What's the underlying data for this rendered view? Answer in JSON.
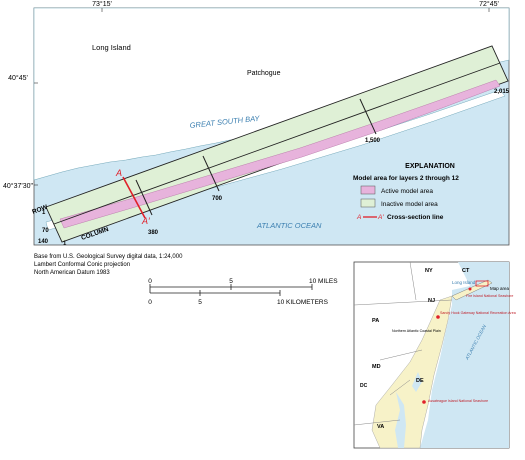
{
  "coords": {
    "top_left": "73°15'",
    "top_right": "72°45'",
    "right_lat": "40°45'",
    "left_lat": "40°37'30\""
  },
  "places": {
    "long_island": "Long Island",
    "patchogue": "Patchogue",
    "great_south_bay": "GREAT SOUTH BAY",
    "atlantic_ocean": "ATLANTIC OCEAN"
  },
  "grid": {
    "row_label": "ROW",
    "column_label": "COLUMN",
    "row_1": "1",
    "row_70": "70",
    "row_140": "140",
    "col_1": "1",
    "col_380": "380",
    "col_700": "700",
    "col_1500": "1,500",
    "col_2015": "2,015",
    "section_a": "A",
    "section_a_prime": "A′"
  },
  "explanation": {
    "title": "EXPLANATION",
    "subtitle": "Model area for layers 2 through 12",
    "active": "Active model area",
    "inactive": "Inactive model area",
    "cross_a": "A",
    "cross_a_prime": "A′",
    "cross_label": "Cross-section line"
  },
  "credits": {
    "line1": "Base from U.S. Geological Survey digital data, 1:24,000",
    "line2": "Lambert Conformal Conic projection",
    "line3": "North American Datum 1983"
  },
  "scale": {
    "miles_0": "0",
    "miles_5": "5",
    "miles_10": "10 MILES",
    "km_0": "0",
    "km_5": "5",
    "km_10": "10 KILOMETERS"
  },
  "inset": {
    "ny": "NY",
    "ct": "CT",
    "nj": "NJ",
    "pa": "PA",
    "md": "MD",
    "de": "DE",
    "dc": "DC",
    "va": "VA",
    "long_island": "Long Island",
    "map_area": "Map area",
    "fire_island": "Fire Island National Seashore",
    "sandy_hook": "Sandy Hook Gateway National Recreation Area",
    "coastal_plain": "Northern Atlantic Coastal Plain",
    "assateague": "Assateague Island National Seashore",
    "ocean": "ATLANTIC OCEAN"
  },
  "colors": {
    "water": "#cfe7f3",
    "land": "#ffffff",
    "active": "#e7b3dc",
    "inactive": "#dff0d6",
    "cross_section": "#e0202a",
    "inset_land": "#f7f2c8"
  }
}
